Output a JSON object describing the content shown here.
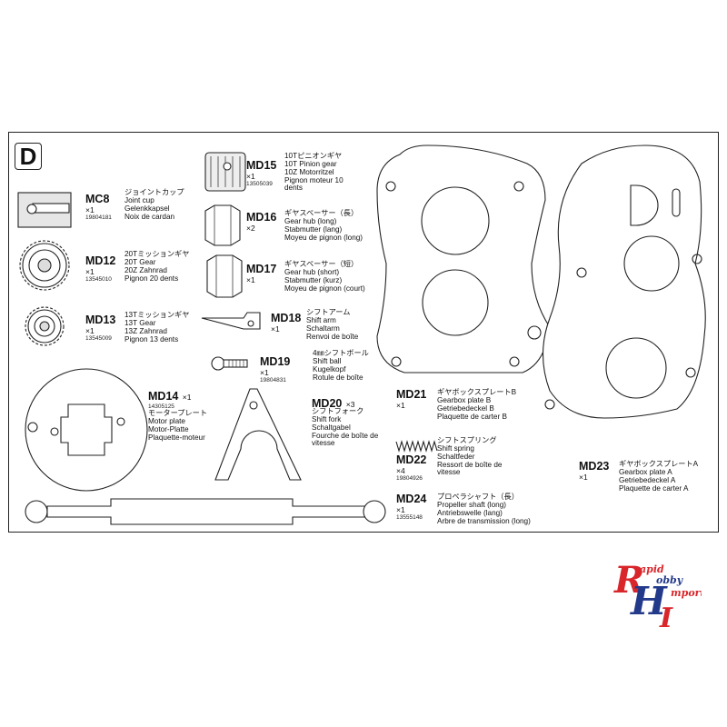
{
  "section_letter": "D",
  "parts": [
    {
      "code": "MC8",
      "qty": "×1",
      "part_no": "19804181",
      "names": [
        "ジョイントカップ",
        "Joint cup",
        "Gelenkkapsel",
        "Noix de cardan"
      ]
    },
    {
      "code": "MD12",
      "qty": "×1",
      "part_no": "13545010",
      "names": [
        "20Tミッションギヤ",
        "20T Gear",
        "20Z Zahnrad",
        "Pignon 20 dents"
      ]
    },
    {
      "code": "MD13",
      "qty": "×1",
      "part_no": "13545009",
      "names": [
        "13Tミッションギヤ",
        "13T Gear",
        "13Z Zahnrad",
        "Pignon 13 dents"
      ]
    },
    {
      "code": "MD14",
      "qty": "×1",
      "part_no": "14305125",
      "names": [
        "モータープレート",
        "Motor plate",
        "Motor-Platte",
        "Plaquette-moteur"
      ]
    },
    {
      "code": "MD15",
      "qty": "×1",
      "part_no": "13505039",
      "names": [
        "10Tピニオンギヤ",
        "10T Pinion gear",
        "10Z Motorritzel",
        "Pignon moteur 10",
        "dents"
      ]
    },
    {
      "code": "MD16",
      "qty": "×2",
      "part_no": "",
      "names": [
        "ギヤスペーサー（長）",
        "Gear hub (long)",
        "Stabmutter (lang)",
        "Moyeu de pignon (long)"
      ]
    },
    {
      "code": "MD17",
      "qty": "×1",
      "part_no": "",
      "names": [
        "ギヤスペーサー（短）",
        "Gear hub (short)",
        "Stabmutter (kurz)",
        "Moyeu de pignon (court)"
      ]
    },
    {
      "code": "MD18",
      "qty": "×1",
      "part_no": "",
      "names": [
        "シフトアーム",
        "Shift arm",
        "Schaltarm",
        "Renvoi de boîte"
      ]
    },
    {
      "code": "MD19",
      "qty": "×1",
      "part_no": "19804831",
      "names": [
        "4㎜シフトボール",
        "Shift ball",
        "Kugelkopf",
        "Rotule de boîte"
      ]
    },
    {
      "code": "MD20",
      "qty": "×3",
      "part_no": "",
      "names": [
        "シフトフォーク",
        "Shift fork",
        "Schaltgabel",
        "Fourche de boîte de",
        "vitesse"
      ]
    },
    {
      "code": "MD21",
      "qty": "×1",
      "part_no": "",
      "names": [
        "ギヤボックスプレートB",
        "Gearbox plate B",
        "Getriebedeckel B",
        "Plaquette de carter B"
      ]
    },
    {
      "code": "MD22",
      "qty": "×4",
      "part_no": "19804926",
      "names": [
        "シフトスプリング",
        "Shift spring",
        "Schaltfeder",
        "Ressort de boîte de",
        "vitesse"
      ]
    },
    {
      "code": "MD23",
      "qty": "×1",
      "part_no": "",
      "names": [
        "ギヤボックスプレートA",
        "Gearbox plate A",
        "Getriebedeckel A",
        "Plaquette de carter A"
      ]
    },
    {
      "code": "MD24",
      "qty": "×1",
      "part_no": "13555148",
      "names": [
        "プロペラシャフト（長）",
        "Propeller shaft (long)",
        "Antriebswelle (lang)",
        "Arbre de transmission (long)"
      ]
    }
  ],
  "logo": {
    "letters_big": "RHI",
    "words": [
      "apid",
      "obby",
      "mport"
    ],
    "colors": {
      "red": "#d8262b",
      "blue": "#233a8b"
    }
  },
  "colors": {
    "line": "#222222",
    "paper": "#ffffff"
  }
}
